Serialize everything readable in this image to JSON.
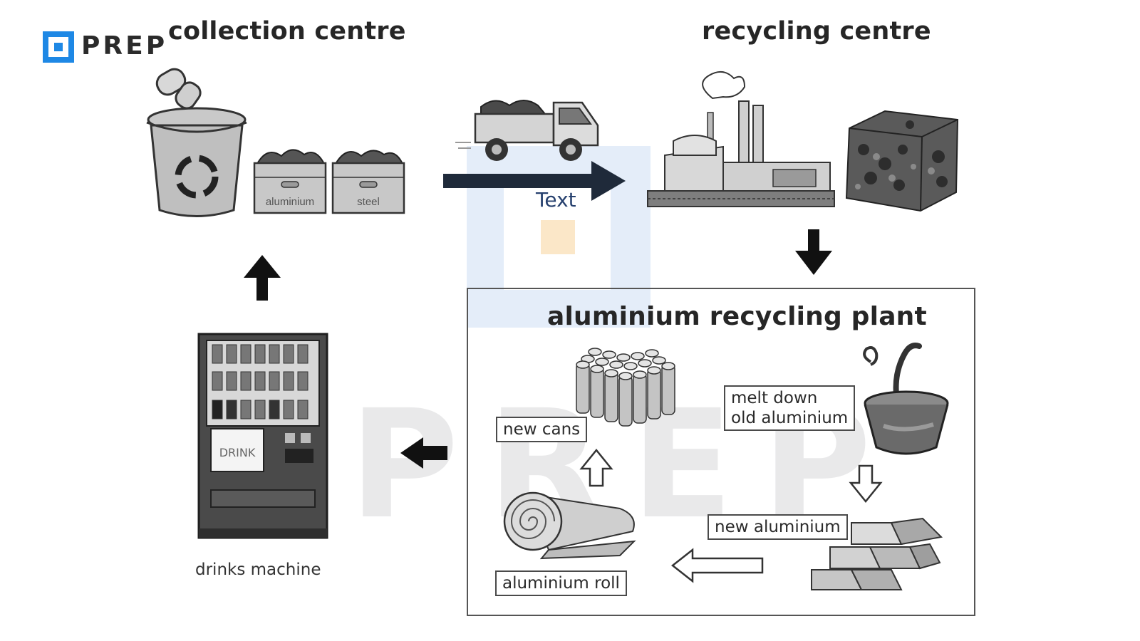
{
  "brand": {
    "logo_text": "PREP",
    "watermark": "PREP",
    "accent": "#1e88e5"
  },
  "stages": {
    "collection_centre": "collection centre",
    "recycling_centre": "recycling centre",
    "plant_title": "aluminium recycling plant",
    "drinks_machine": "drinks machine"
  },
  "collection_bins": {
    "aluminium": "aluminium",
    "steel": "steel"
  },
  "transport_caption": "Text",
  "plant_steps": {
    "melt_line1": "melt down",
    "melt_line2": "old aluminium",
    "new_aluminium": "new aluminium",
    "aluminium_roll": "aluminium roll",
    "new_cans": "new cans"
  },
  "vending_machine": {
    "panel_label": "DRINK"
  }
}
